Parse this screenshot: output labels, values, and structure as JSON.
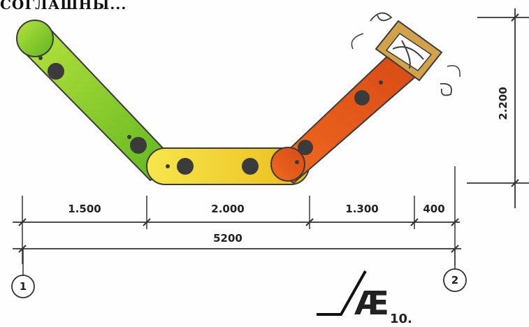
{
  "header": {
    "text": "СОГЛАШНЫ..."
  },
  "dimensions": {
    "segments": [
      "1.500",
      "2.000",
      "1.300",
      "400"
    ],
    "total": "5200",
    "height": "2.200"
  },
  "axes": {
    "left": "1",
    "right": "2"
  },
  "logo": {
    "text": "Æ",
    "sub": "10."
  },
  "colors": {
    "green": "#8fcf2a",
    "yellow": "#f2d72a",
    "orange": "#ea5a1e",
    "frame": "#d2a24a",
    "outline": "#3b3b3b"
  }
}
